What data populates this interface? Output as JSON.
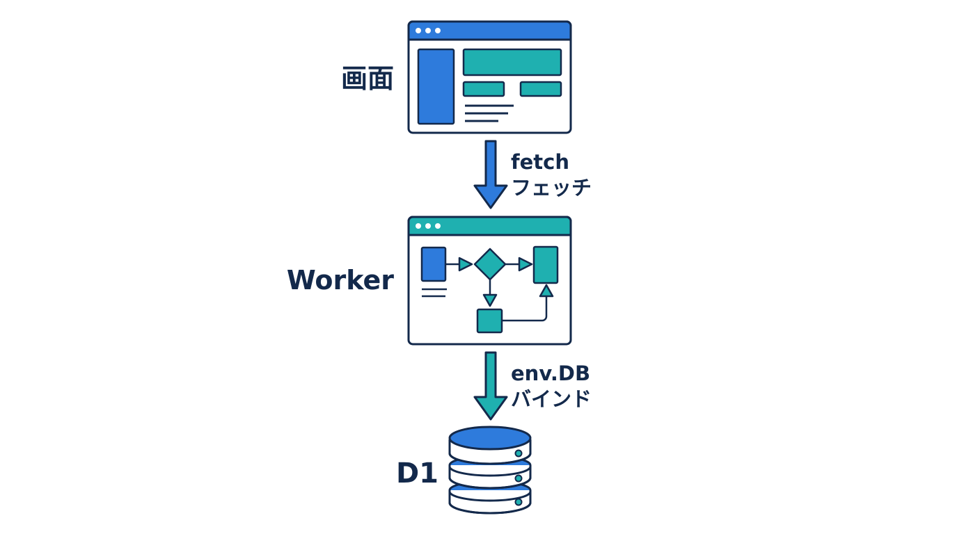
{
  "nodes": {
    "screen": {
      "label": "画面"
    },
    "worker": {
      "label": "Worker"
    },
    "d1": {
      "label": "D1"
    }
  },
  "edges": {
    "fetch": {
      "line1": "fetch",
      "line2": "フェッチ"
    },
    "binding": {
      "line1": "env.DB",
      "line2": "バインド"
    }
  },
  "colors": {
    "outline": "#13294b",
    "blue": "#2e7bdc",
    "teal": "#1fb0b0",
    "background": "#ffffff"
  }
}
